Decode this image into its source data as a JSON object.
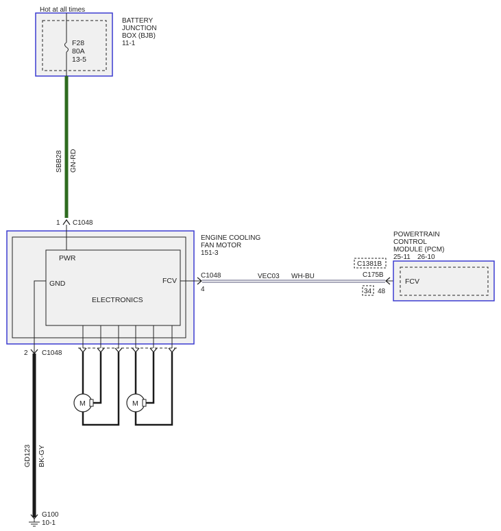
{
  "colors": {
    "box_border": "#3a3ad0",
    "box_fill": "#f0f0f0",
    "wire_green": "#2e6b1f",
    "wire_black": "#1a1a1a",
    "signal_wire": "#555577"
  },
  "bjb": {
    "hot_label": "Hot at all times",
    "title_line1": "BATTERY",
    "title_line2": "JUNCTION",
    "title_line3": "BOX (BJB)",
    "ref": "11-1",
    "fuse_name": "F28",
    "fuse_rating": "80A",
    "fuse_ref": "13-5"
  },
  "power_wire": {
    "circuit": "SBB28",
    "color_code": "GN-RD",
    "pin": "1",
    "connector": "C1048"
  },
  "fan_motor": {
    "title_line1": "ENGINE COOLING",
    "title_line2": "FAN MOTOR",
    "ref": "151-3",
    "pwr_label": "PWR",
    "gnd_label": "GND",
    "fcv_label": "FCV",
    "electronics_label": "ELECTRONICS",
    "motor_symbol": "M"
  },
  "signal_wire": {
    "connector_left": "C1048",
    "pin_left": "4",
    "circuit": "VEC03",
    "color_code": "WH-BU",
    "connector_right": "C175B",
    "connector_alt": "C1381B",
    "pin_alt": "34",
    "pin_right": "48"
  },
  "pcm": {
    "title_line1": "POWERTRAIN",
    "title_line2": "CONTROL",
    "title_line3": "MODULE (PCM)",
    "ref_a": "25-11",
    "ref_b": "26-10",
    "fcv_label": "FCV"
  },
  "ground_wire": {
    "pin": "2",
    "connector": "C1048",
    "circuit": "GD123",
    "color_code": "BK-GY",
    "ground_name": "G100",
    "ground_ref": "10-1"
  }
}
